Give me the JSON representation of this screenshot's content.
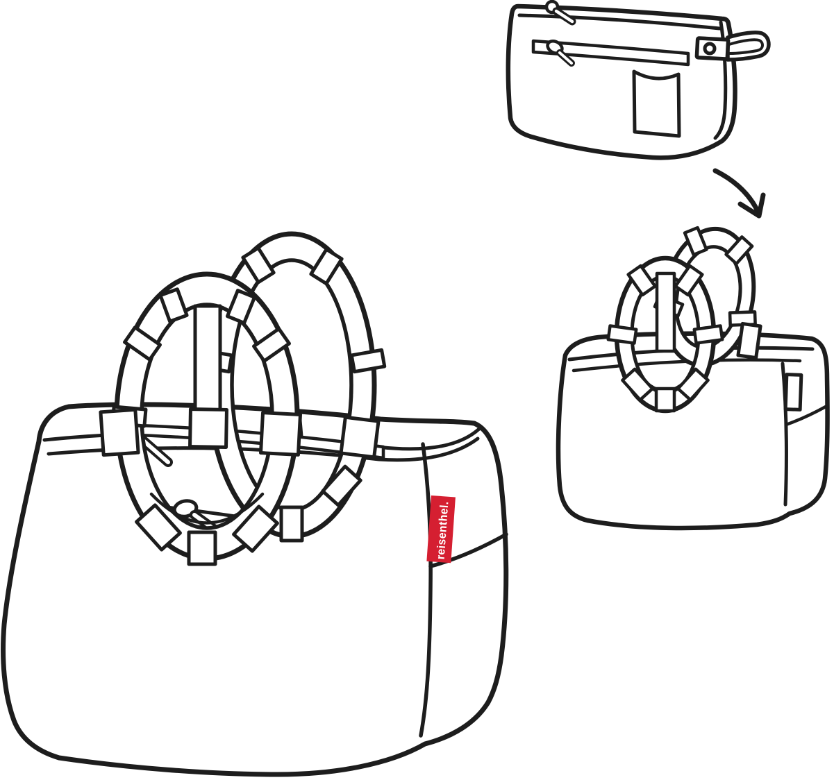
{
  "illustration": {
    "title": "reisenthel folding shopper bag line drawing",
    "description": "Black outline product illustration: a small zip pouch (top right) unfolds, indicated by a curved arrow, into a loop-handle shopper bag; a large detailed shopper with two oval loop handles, inner zippers and pulls fills the left side.",
    "brand_label": {
      "text": "reisenthel.",
      "background": "#d51f31",
      "text_color": "#ffffff"
    },
    "colors": {
      "line": "#1d1d1d",
      "background": "#ffffff"
    },
    "parts": {
      "pouch": "folded pouch with top zipper, front zipper, label patch and snap strap loop",
      "arrow": "unfolds-into arrow",
      "medium_bag": "unfolded shopper with two wrapped loop handles and side tab",
      "large_bag": "large shopper with wrapped loop handles, zipper band, two zipper pulls, side seam pocket and brand label"
    }
  }
}
